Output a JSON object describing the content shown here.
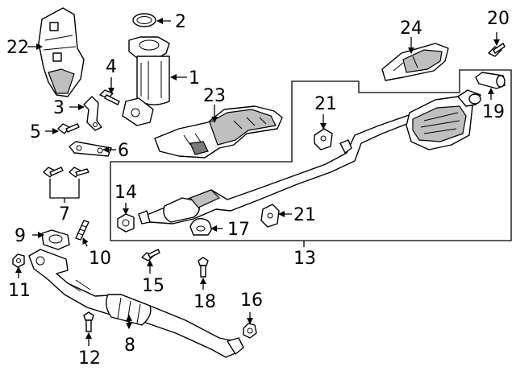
{
  "callouts": {
    "c1": "1",
    "c2": "2",
    "c3": "3",
    "c4": "4",
    "c5": "5",
    "c6": "6",
    "c7": "7",
    "c8": "8",
    "c9": "9",
    "c10": "10",
    "c11": "11",
    "c12": "12",
    "c13": "13",
    "c14": "14",
    "c15": "15",
    "c16": "16",
    "c17": "17",
    "c18": "18",
    "c19": "19",
    "c20": "20",
    "c21a": "21",
    "c21b": "21",
    "c22": "22",
    "c23": "23",
    "c24": "24"
  }
}
